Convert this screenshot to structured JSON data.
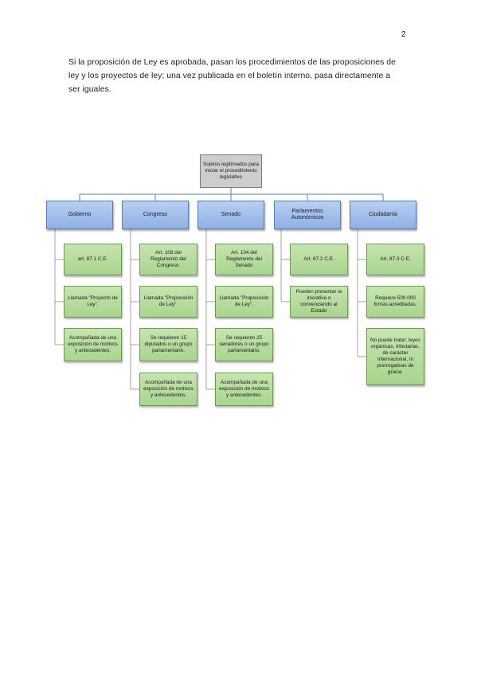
{
  "page_number": "2",
  "intro": {
    "lines": [
      "Si la proposición de Ley es aprobada, pasan los procedimientos de las proposiciones de",
      "ley y los proyectos de ley; una vez publicada en el boletín interno, pasa directamente a",
      "ser iguales."
    ]
  },
  "org_chart": {
    "root": "Sujetos legitimados para iniciar el procedimiento legislativo",
    "colors": {
      "root": "#cdcdcd",
      "category": "#a3c0ec",
      "leaf": "#b7dc9e",
      "connector": "#4f81bd"
    },
    "columns": [
      {
        "label": "Gobierno",
        "items": [
          "art. 87.1 C.E.",
          "Llamada \"Proyecto de Ley\".",
          "Acompañada de una exposición de motivos y antecedentes."
        ]
      },
      {
        "label": "Congreso",
        "items": [
          "Art. 108 del Reglamento del Congreso.",
          "Llamada \"Proposición de Ley\".",
          "Se requieren 15 diputados o un grupo parlamentario.",
          "Acompañada de una exposición de motivos y antecedentes."
        ]
      },
      {
        "label": "Senado",
        "items": [
          "Art. 104 del Reglamento del Senado",
          "Llamada \"Proposición de Ley\".",
          "Se requieren 25 senadores o un grupo parlamentario.",
          "Acompañada de una exposición de motivos y antecedentes."
        ]
      },
      {
        "label": "Parlamentos Autonómicos",
        "items": [
          "Art. 87.2 C.E.",
          "Pueden presentar la iniciativa o convenciendo al Estado"
        ]
      },
      {
        "label": "Ciudadanía",
        "items": [
          "Art. 87.3 C.E.",
          "Requiere 500.000 firmas acreditadas.",
          "No puede tratar: leyes orgánicas, tributarias, de carácter internacional, ni prerrogativas de gracia."
        ]
      }
    ]
  }
}
